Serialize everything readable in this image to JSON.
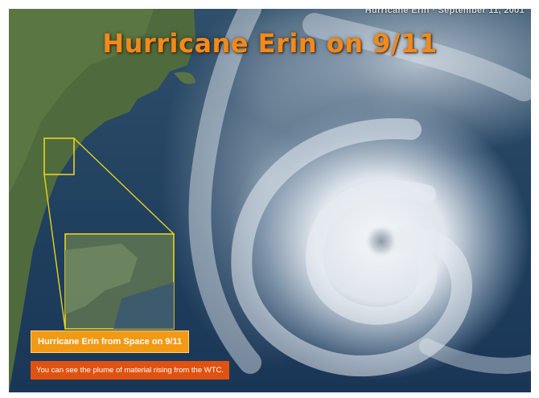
{
  "slide": {
    "top_caption": "Hurricane Erin · September 11, 2001",
    "title": "Hurricane Erin on 9/11",
    "caption_label": "Hurricane Erin from Space on 9/11",
    "caption_sub": "You can see the plume of material rising from the WTC."
  },
  "colors": {
    "title": "#f08a1c",
    "caption_label_bg": "#f39a14",
    "caption_sub_bg": "#e05210",
    "zoom_box": "#e8d21c"
  }
}
